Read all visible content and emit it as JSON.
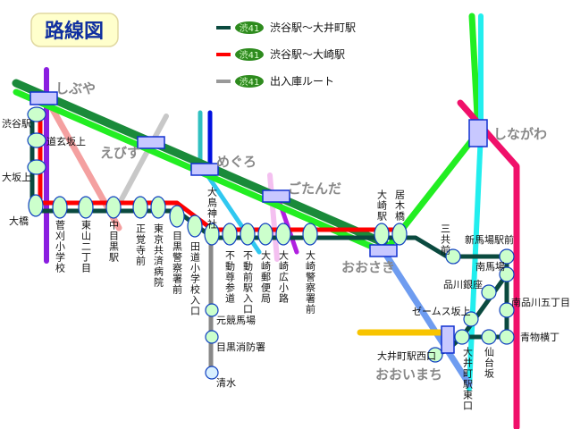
{
  "title": "路線図",
  "legend": [
    {
      "badge": "渋41",
      "label": "渋谷駅～大井町駅",
      "color": "#0b4a3f"
    },
    {
      "badge": "渋41",
      "label": "渋谷駅～大崎駅",
      "color": "#ff0000"
    },
    {
      "badge": "渋41",
      "label": "出入庫ルート",
      "color": "#999999"
    }
  ],
  "rail_stations": [
    "しぶや",
    "えびす",
    "めぐろ",
    "ごたんだ",
    "おおさき",
    "しながわ",
    "おおいまち"
  ],
  "bus_stops": [
    "渋谷駅",
    "道玄坂上",
    "大坂上",
    "大橋",
    "菅刈小学校",
    "東山二丁目",
    "中目黒駅",
    "正覚寺前",
    "東京共済病院",
    "目黒警察署前",
    "田道小学校入口",
    "大鳥神社",
    "不動尊参道",
    "不動前駅入口",
    "大崎郵便局",
    "大崎広小路",
    "大崎警察署前",
    "大崎駅",
    "居木橋",
    "三共前",
    "新馬場駅前",
    "南馬場",
    "品川銀座",
    "南品川五丁目",
    "ゼームス坂上",
    "青物横丁",
    "仙台坂",
    "大井町駅東口",
    "大井町駅西口",
    "元競馬場",
    "目黒消防署",
    "清水"
  ]
}
